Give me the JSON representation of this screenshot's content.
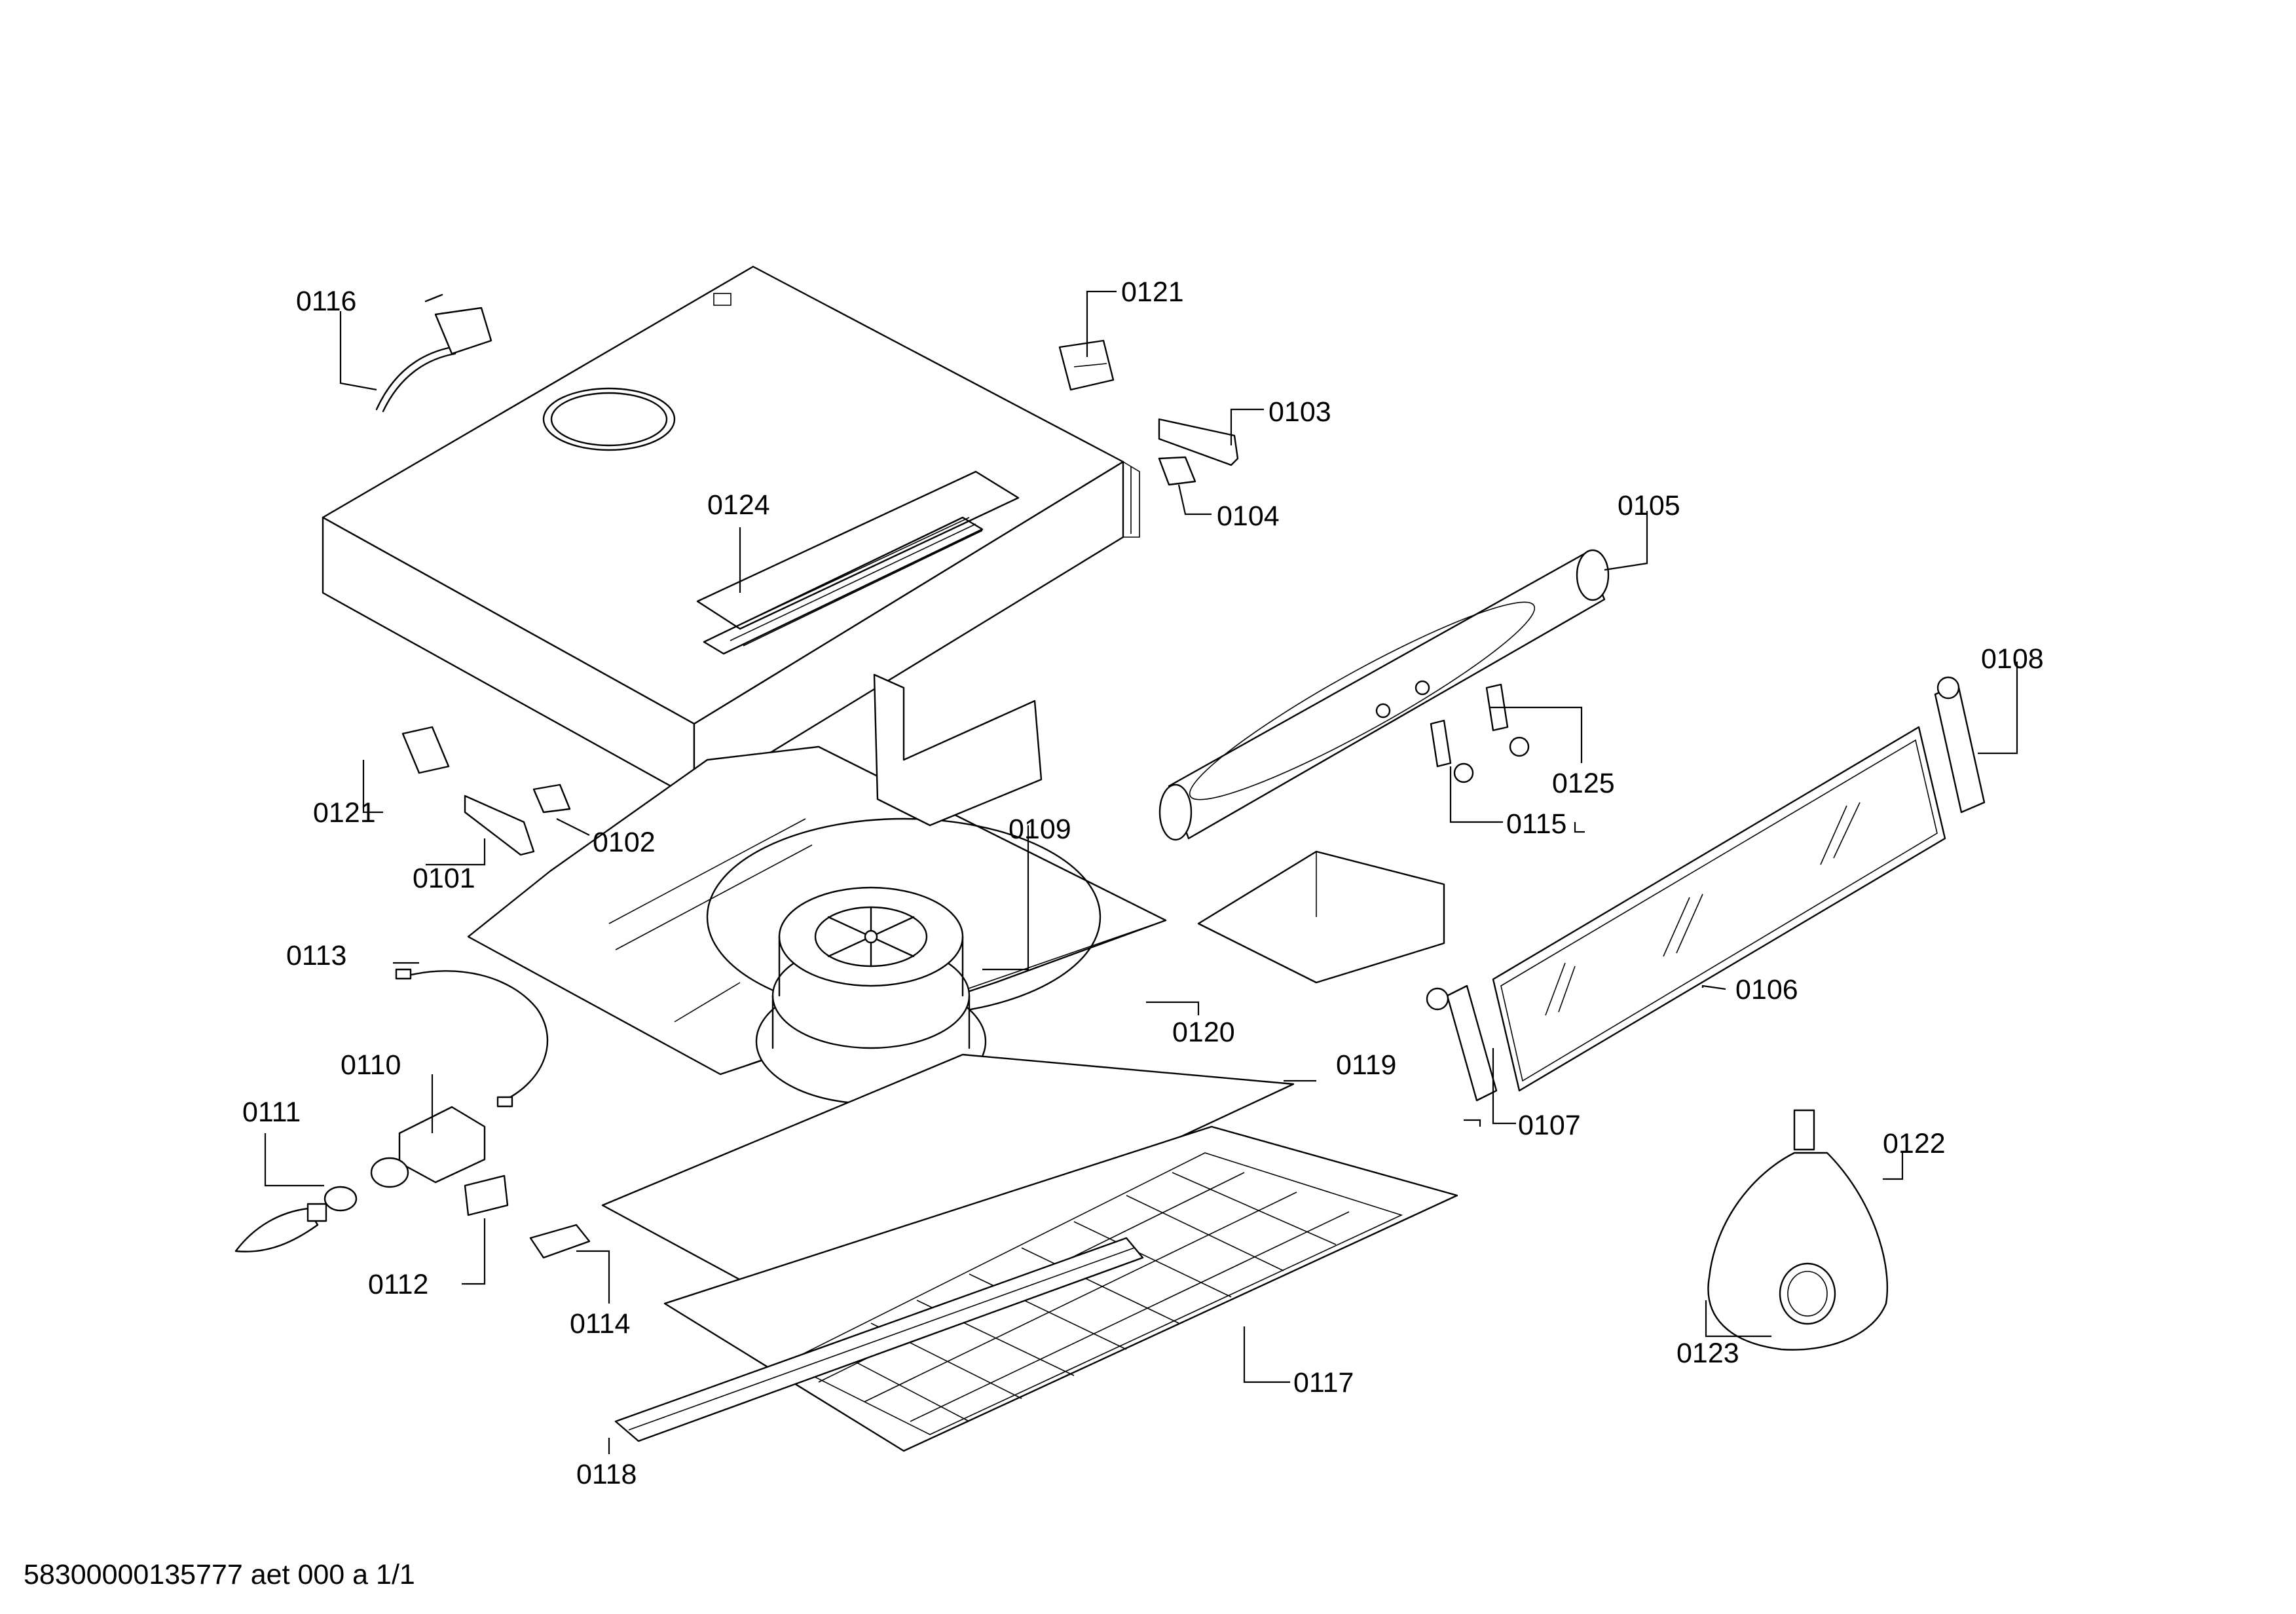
{
  "document_id": "58300000135777 aet 000 a 1/1",
  "parts": [
    {
      "id": "0101",
      "label": "0101"
    },
    {
      "id": "0102",
      "label": "0102"
    },
    {
      "id": "0103",
      "label": "0103"
    },
    {
      "id": "0104",
      "label": "0104"
    },
    {
      "id": "0105",
      "label": "0105"
    },
    {
      "id": "0106",
      "label": "0106"
    },
    {
      "id": "0107",
      "label": "0107"
    },
    {
      "id": "0108",
      "label": "0108"
    },
    {
      "id": "0109",
      "label": "0109"
    },
    {
      "id": "0110",
      "label": "0110"
    },
    {
      "id": "0111",
      "label": "0111"
    },
    {
      "id": "0112",
      "label": "0112"
    },
    {
      "id": "0113",
      "label": "0113"
    },
    {
      "id": "0114",
      "label": "0114"
    },
    {
      "id": "0115",
      "label": "0115"
    },
    {
      "id": "0116",
      "label": "0116"
    },
    {
      "id": "0117",
      "label": "0117"
    },
    {
      "id": "0118",
      "label": "0118"
    },
    {
      "id": "0119",
      "label": "0119"
    },
    {
      "id": "0120",
      "label": "0120"
    },
    {
      "id": "0121",
      "label": "0121"
    },
    {
      "id": "0122",
      "label": "0122"
    },
    {
      "id": "0123",
      "label": "0123"
    },
    {
      "id": "0124",
      "label": "0124"
    },
    {
      "id": "0125",
      "label": "0125"
    }
  ],
  "secondary_callouts": [
    {
      "id": "0121-b",
      "label": "0121"
    }
  ]
}
